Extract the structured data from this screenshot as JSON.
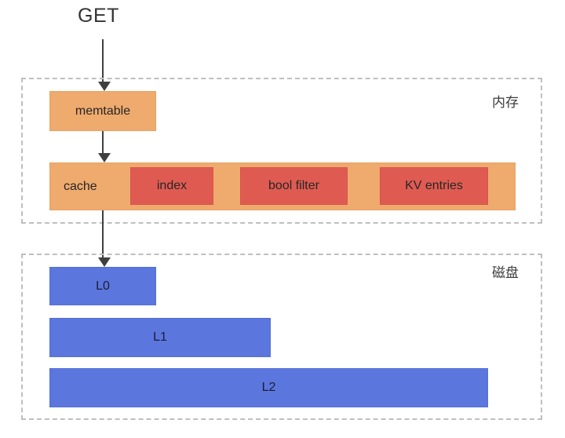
{
  "diagram": {
    "entry": {
      "label": "GET"
    },
    "zones": [
      {
        "id": "memory",
        "label": "内存",
        "components": [
          {
            "id": "memtable",
            "label": "memtable",
            "color": "#EFAA6E"
          },
          {
            "id": "cache",
            "label": "cache",
            "color": "#EFAA6E",
            "children": [
              {
                "id": "index",
                "label": "index",
                "color": "#DF5B52"
              },
              {
                "id": "bool-filter",
                "label": "bool filter",
                "color": "#DF5B52"
              },
              {
                "id": "kv-entries",
                "label": "KV entries",
                "color": "#DF5B52"
              }
            ]
          }
        ]
      },
      {
        "id": "disk",
        "label": "磁盘",
        "components": [
          {
            "id": "l0",
            "label": "L0",
            "color": "#5B77DE"
          },
          {
            "id": "l1",
            "label": "L1",
            "color": "#5B77DE"
          },
          {
            "id": "l2",
            "label": "L2",
            "color": "#5B77DE"
          }
        ]
      }
    ],
    "arrows": [
      {
        "id": "get-to-memtable",
        "from": "GET",
        "to": "memtable"
      },
      {
        "id": "memtable-to-cache",
        "from": "memtable",
        "to": "cache"
      },
      {
        "id": "cache-to-l0",
        "from": "cache",
        "to": "L0"
      }
    ],
    "colors": {
      "orange": "#EFAA6E",
      "red": "#DF5B52",
      "blue": "#5B77DE",
      "dashed_border": "#BFBFBF",
      "arrow": "#3F3F3F",
      "background": "#FFFFFF"
    }
  }
}
